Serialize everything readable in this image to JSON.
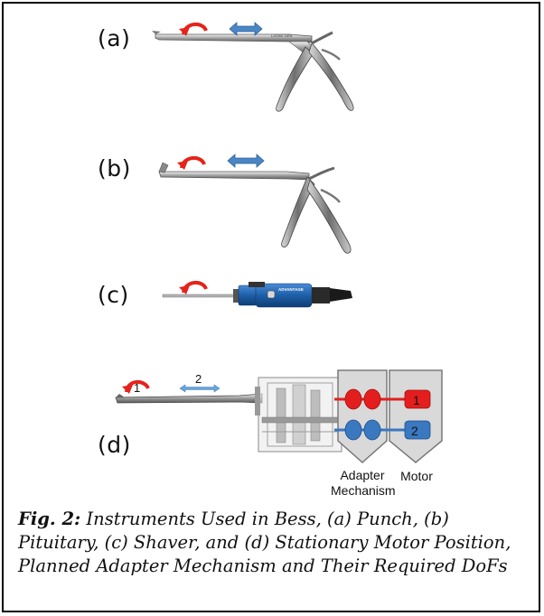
{
  "panels": {
    "a": {
      "label": "(a)"
    },
    "b": {
      "label": "(b)"
    },
    "c": {
      "label": "(c)"
    },
    "d": {
      "label": "(d)"
    }
  },
  "instruments": {
    "punch": {
      "brand_text": "LOOKE DEN"
    },
    "shaver": {
      "brand_text": "ADVANTAGE"
    }
  },
  "dof_labels": {
    "rotation": "1",
    "translation": "2"
  },
  "stationary_motor": {
    "adapter_label_line1": "Adapter",
    "adapter_label_line2": "Mechanism",
    "motor_label": "Motor",
    "motor_1_label": "1",
    "motor_2_label": "2"
  },
  "colors": {
    "rotation_arrow": "#e5231b",
    "translation_arrow": "#4a86c5",
    "motor_red": "#e41e1e",
    "motor_blue": "#3a78c0",
    "shaver_body": "#1d5fa8"
  },
  "caption": {
    "lead": "Fig. 2:",
    "text": " Instruments Used in Bess, (a) Punch, (b) Pituitary, (c) Shaver, and (d) Stationary Motor Position, Planned Adapter Mechanism and Their Required DoFs"
  }
}
